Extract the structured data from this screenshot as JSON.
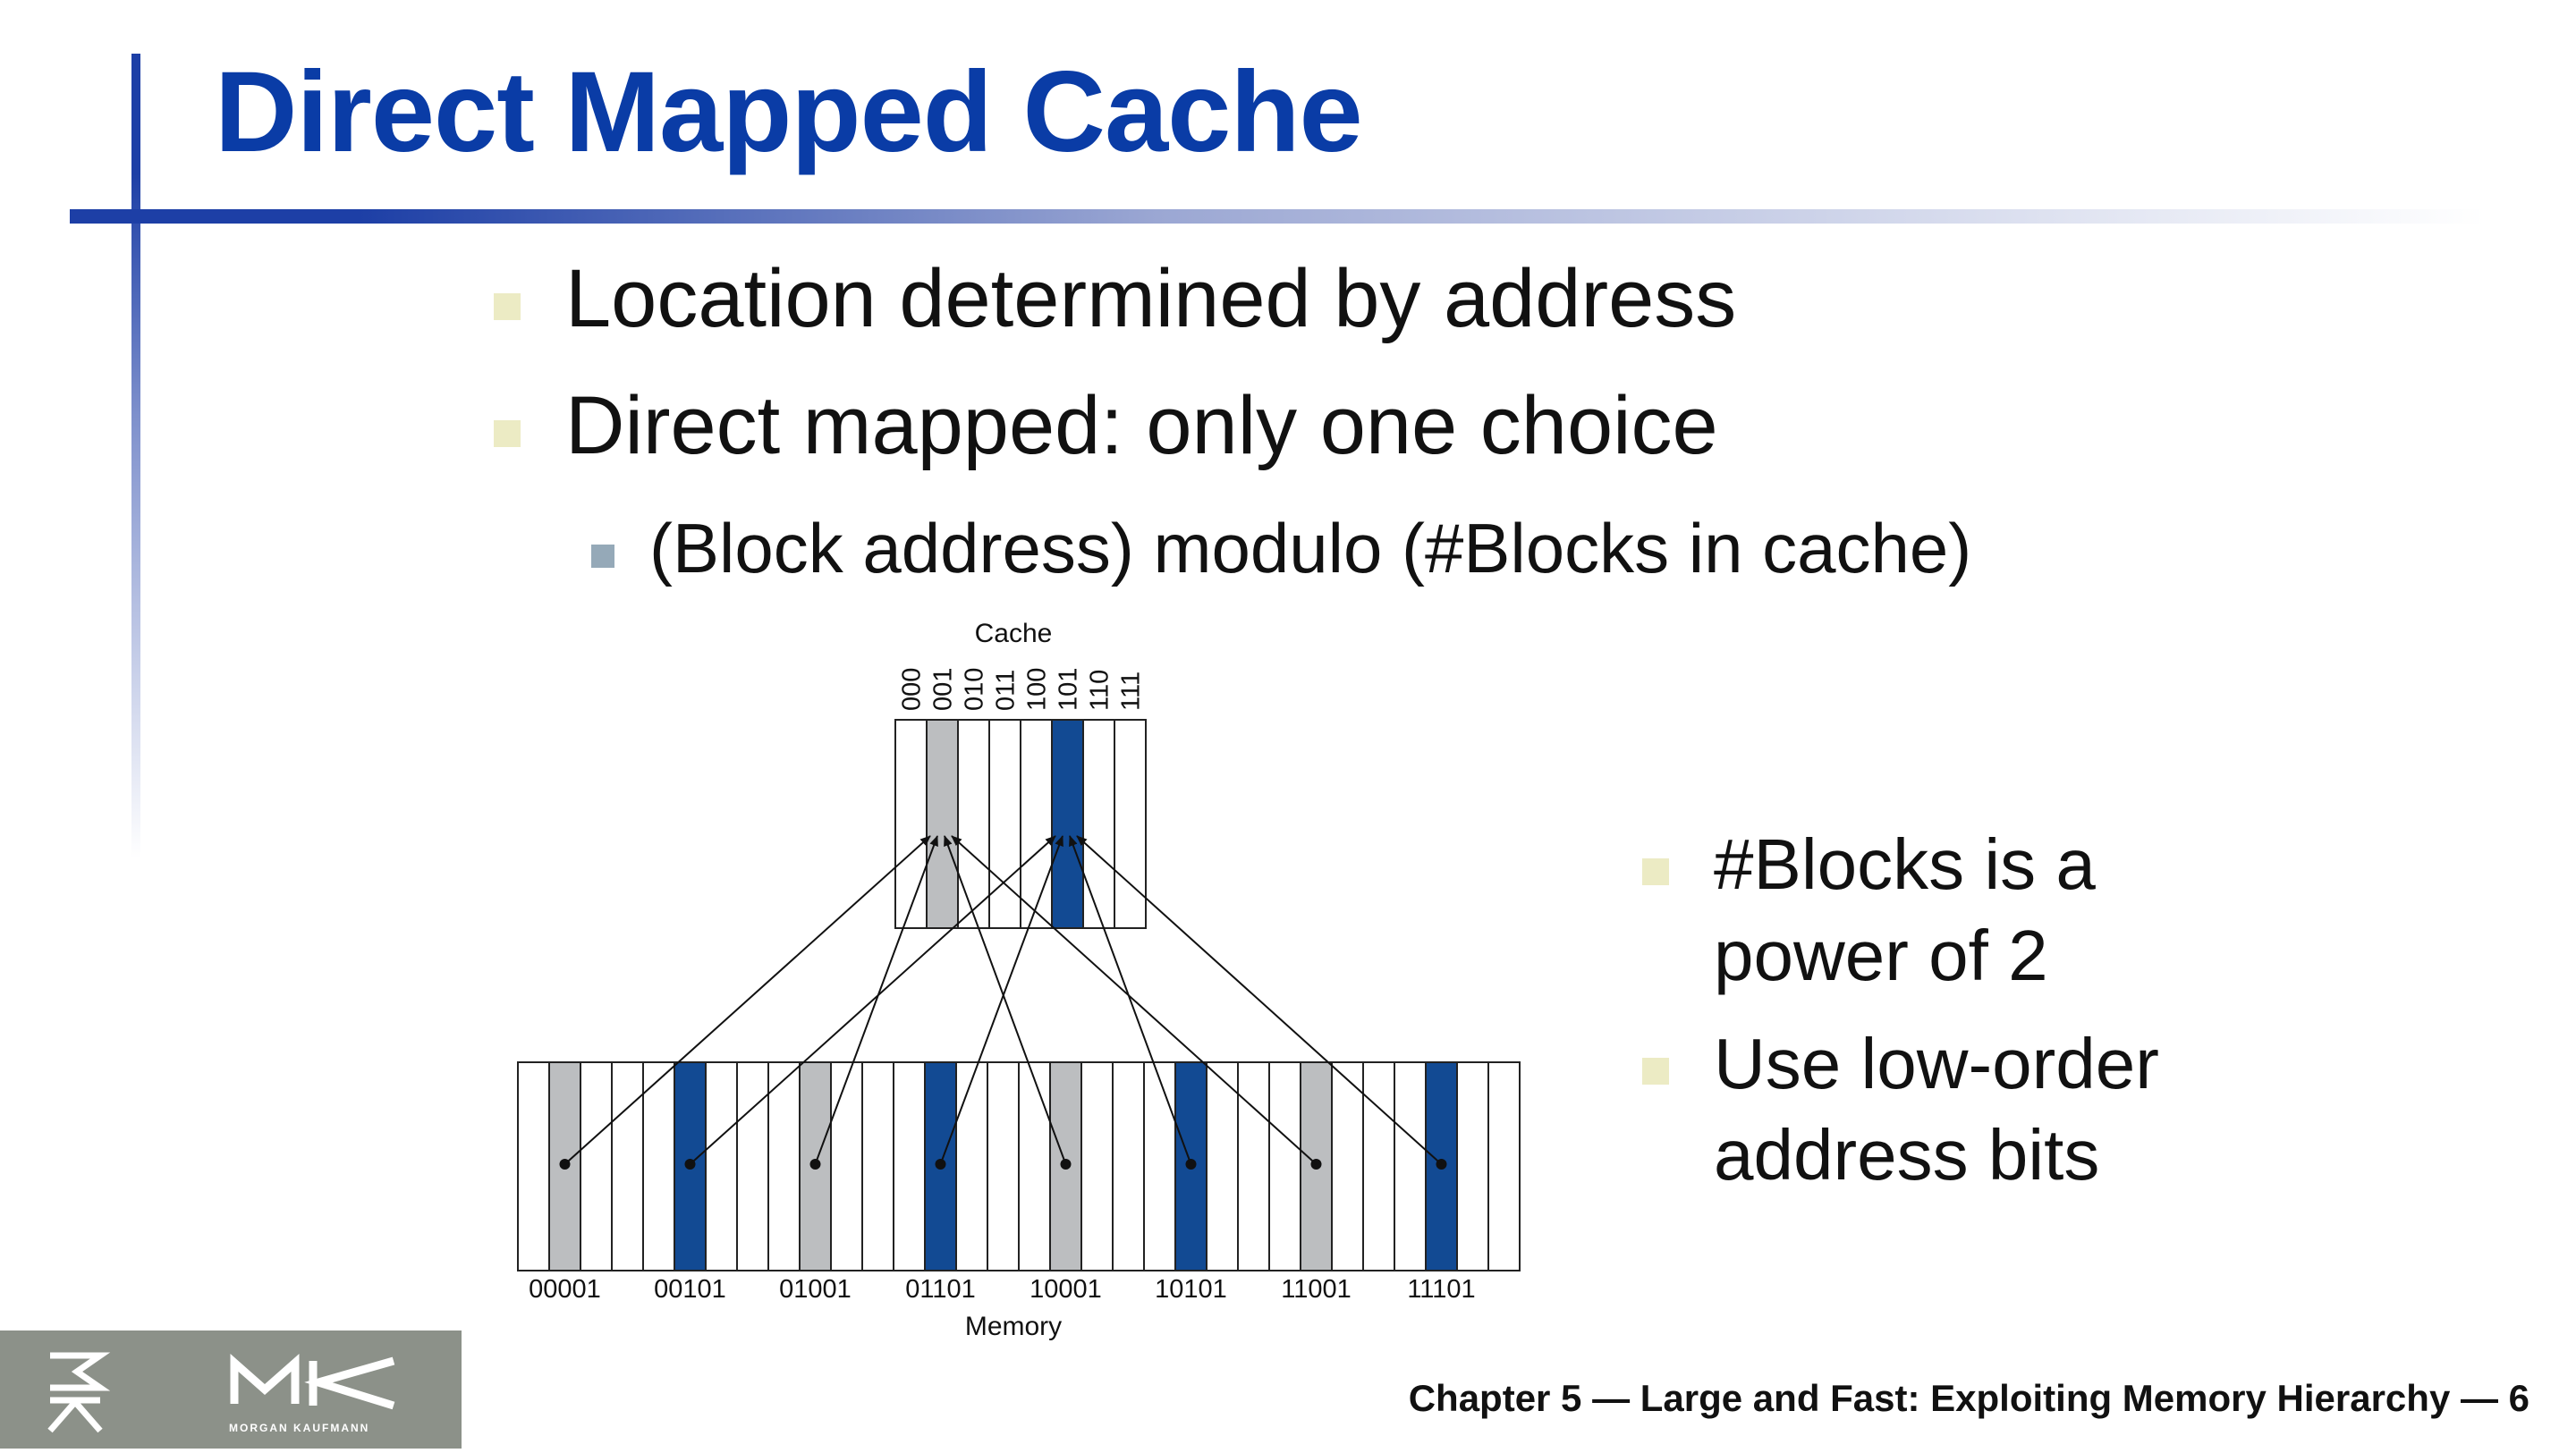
{
  "slide": {
    "title": "Direct Mapped Cache",
    "bullets": [
      {
        "level": 1,
        "text": "Location determined by address"
      },
      {
        "level": 1,
        "text": "Direct mapped: only one choice"
      },
      {
        "level": 2,
        "text": "(Block address) modulo (#Blocks in cache)"
      }
    ],
    "side_bullets": [
      {
        "line1": "#Blocks is a",
        "line2": "power of 2"
      },
      {
        "line1": "Use low-order",
        "line2": "address bits"
      }
    ],
    "footer": "Chapter 5 — Large and Fast: Exploiting Memory Hierarchy — 6"
  },
  "logo": {
    "side_letters": "MK",
    "mark": "MK",
    "text": "MORGAN KAUFMANN"
  },
  "diagram": {
    "cache_label": "Cache",
    "memory_label": "Memory",
    "cache_indices": [
      "000",
      "001",
      "010",
      "011",
      "100",
      "101",
      "110",
      "111"
    ],
    "memory_labels": [
      "00001",
      "00101",
      "01001",
      "01101",
      "10001",
      "10101",
      "11001",
      "11101"
    ],
    "highlight_gray": "#bcbec0",
    "highlight_blue": "#124a93"
  },
  "colors": {
    "title": "#0a3ca6",
    "bullet_l1": "#ecebc4",
    "bullet_l2": "#95a9b8"
  }
}
